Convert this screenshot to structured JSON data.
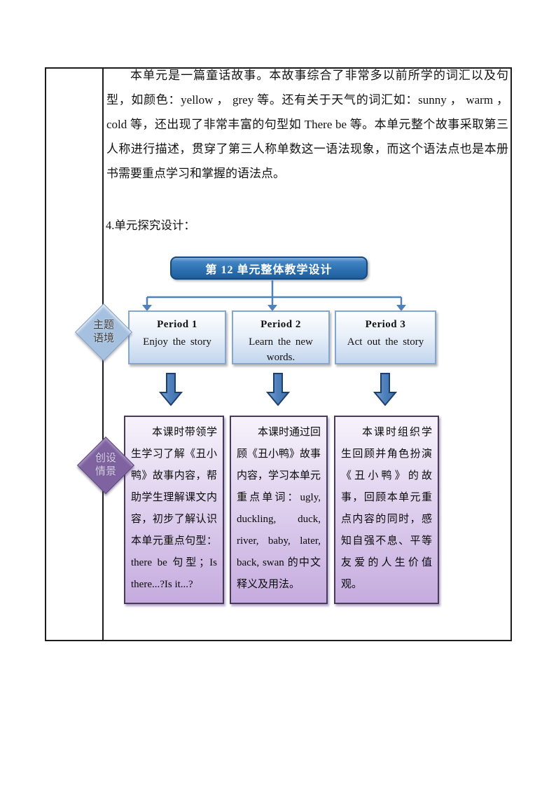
{
  "document": {
    "intro_paragraph": "本单元是一篇童话故事。本故事综合了非常多以前所学的词汇以及句型，如颜色：yellow ， grey 等。还有关于天气的词汇如：sunny ， warm ， cold 等，还出现了非常丰富的句型如 There be 等。本单元整个故事采取第三人称进行描述，贯穿了第三人称单数这一语法现象，而这个语法点也是本册书需要重点学习和掌握的语法点。",
    "section_label": "4.单元探究设计："
  },
  "flowchart": {
    "title": "第 12 单元整体教学设计",
    "side_labels": [
      {
        "line1": "主题",
        "line2": "语境",
        "fill": "#a6c1df"
      },
      {
        "line1": "创设",
        "line2": "情景",
        "fill": "#7f63a1"
      }
    ],
    "periods": [
      {
        "title": "Period 1",
        "subtitle": "Enjoy the story",
        "detail": "本课时带领学生学习了解《丑小鸭》故事内容，帮助学生理解课文内容，初步了解认识本单元重点句型：there be 句型；Is there...?Is it...?"
      },
      {
        "title": "Period 2",
        "subtitle": "Learn the new words.",
        "detail": "本课时通过回顾《丑小鸭》故事内容，学习本单元重点单词：ugly, duckling, duck, river, baby, later, back, swan 的中文释义及用法。"
      },
      {
        "title": "Period 3",
        "subtitle": "Act out the story",
        "detail": "本课时组织学生回顾并角色扮演《丑小鸭》的故事，回顾本单元重点内容的同时，感知自强不息、平等友爱的人生价值观。"
      }
    ],
    "icons": {
      "connector_arrow": "down-arrow",
      "block_arrow": "down-block-arrow"
    },
    "colors": {
      "header_blue": "#2e72b2",
      "header_border": "#17497c",
      "connector_blue": "#4f81bd",
      "block_arrow_fill": "#4f81bd",
      "block_arrow_border": "#1c3f6e",
      "period_box_border": "#84a7d2",
      "period_box_fill_bottom": "#c2d5ee",
      "purple_box_border": "#473a5a",
      "purple_box_fill_bottom": "#c5abde",
      "diamond_blue": "#a6c1df",
      "diamond_purple": "#7f63a1",
      "table_border": "#1c1c1c"
    }
  }
}
